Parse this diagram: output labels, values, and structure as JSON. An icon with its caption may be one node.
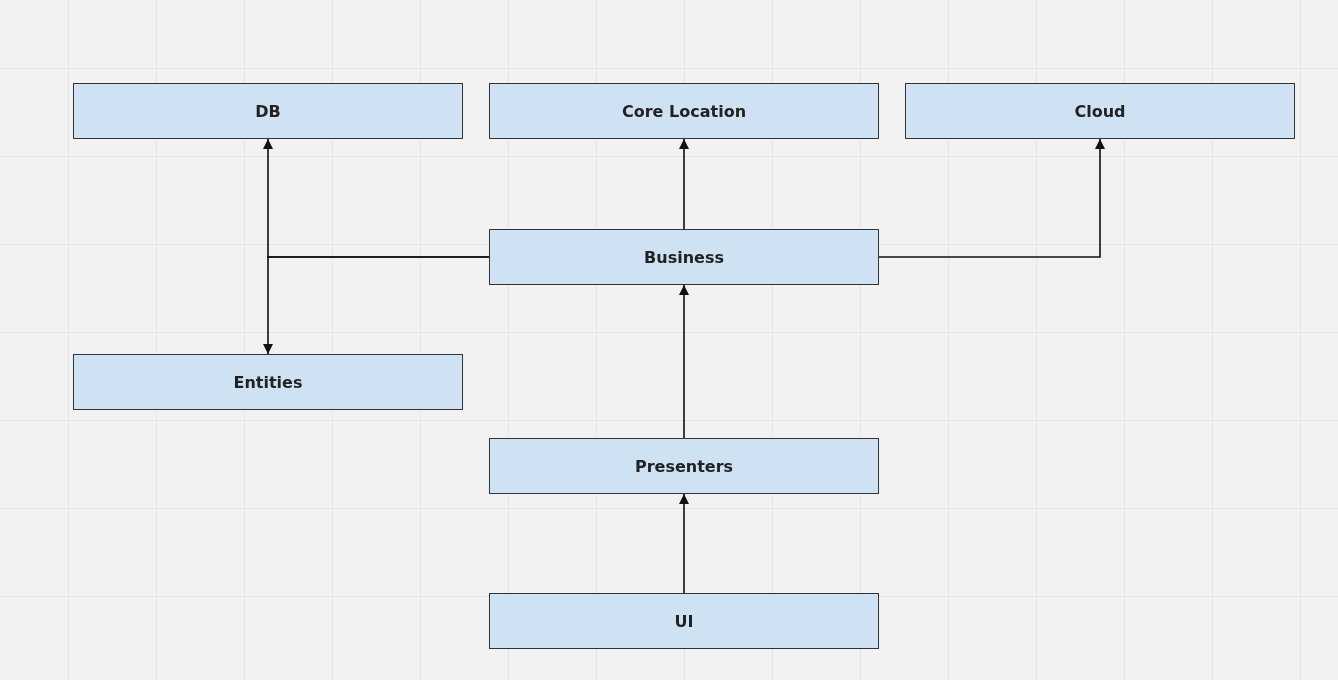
{
  "diagram": {
    "nodes": [
      {
        "text": [
          "DB"
        ]
      },
      {
        "text": [
          "Core Location"
        ]
      },
      {
        "text": [
          "Cloud"
        ]
      },
      {
        "text": [
          "Business"
        ]
      },
      {
        "text": [
          "Entities"
        ]
      },
      {
        "text": [
          "Presenters"
        ]
      },
      {
        "text": [
          "UI"
        ]
      }
    ],
    "edges": [
      {
        "from": 3,
        "to": 0,
        "arrow": "to"
      },
      {
        "from": 3,
        "to": 4,
        "arrow": "to"
      },
      {
        "from": 3,
        "to": 1,
        "arrow": "to"
      },
      {
        "from": 3,
        "to": 2,
        "arrow": "to"
      },
      {
        "from": 5,
        "to": 3,
        "arrow": "to"
      },
      {
        "from": 6,
        "to": 5,
        "arrow": "to"
      }
    ]
  }
}
